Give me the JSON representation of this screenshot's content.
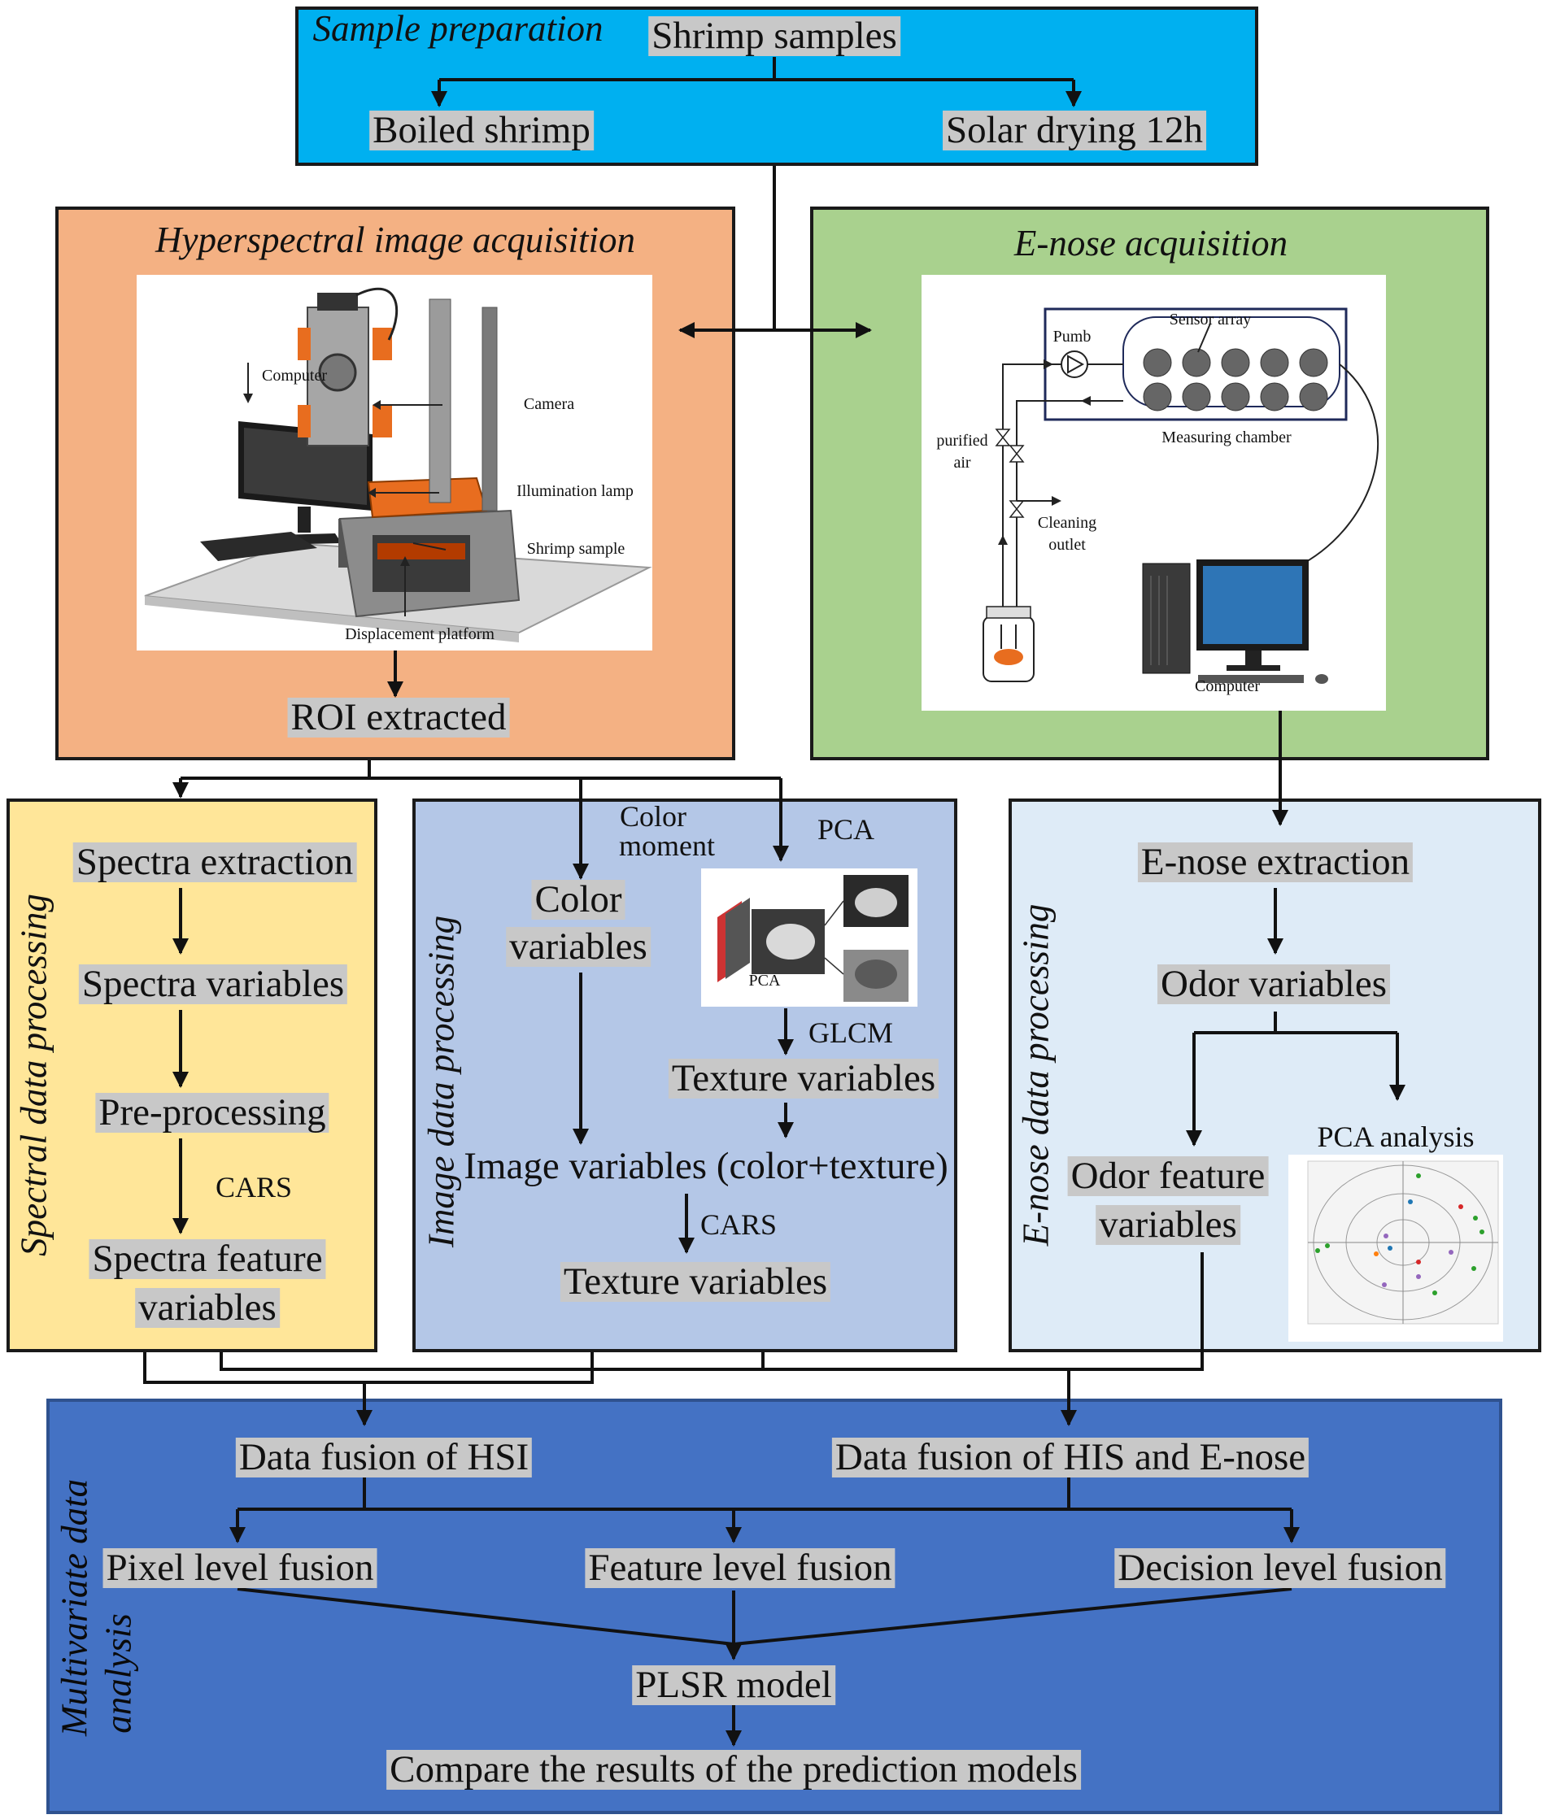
{
  "sample": {
    "title": "Sample preparation",
    "root": "Shrimp samples",
    "left": "Boiled shrimp",
    "right": "Solar drying 12h"
  },
  "hsi": {
    "title": "Hyperspectral image acquisition",
    "photo_labels": {
      "computer": "Computer",
      "camera": "Camera",
      "lamp": "Illumination lamp",
      "sample": "Shrimp sample",
      "platform": "Displacement platform"
    },
    "roi": "ROI extracted"
  },
  "enose": {
    "title": "E-nose acquisition",
    "diagram_labels": {
      "sensor_array": "Sensor array",
      "pump": "Pumb",
      "chamber": "Measuring chamber",
      "purified": "purified",
      "air": "air",
      "cleaning": "Cleaning",
      "outlet": "outlet",
      "computer": "Computer"
    }
  },
  "spectral": {
    "title": "Spectral data processing",
    "steps": [
      "Spectra extraction",
      "Spectra variables",
      "Pre-processing"
    ],
    "method": "CARS",
    "feature_line1": "Spectra feature",
    "feature_line2": "variables"
  },
  "image": {
    "title": "Image data processing",
    "color_moment_line1": "Color",
    "color_moment_line2": "moment",
    "pca": "PCA",
    "pca_caption": "PCA",
    "color_vars_line1": "Color",
    "color_vars_line2": "variables",
    "glcm": "GLCM",
    "texture": "Texture variables",
    "combined": "Image variables (color+texture)",
    "cars": "CARS",
    "texture_final": "Texture variables"
  },
  "enose_proc": {
    "title": "E-nose data processing",
    "extraction": "E-nose extraction",
    "odor": "Odor variables",
    "feature_line1": "Odor feature",
    "feature_line2": "variables",
    "pca_analysis": "PCA analysis"
  },
  "multivariate": {
    "title_line1": "Multivariate data",
    "title_line2": "analysis",
    "fusion_hsi": "Data fusion of HSI",
    "fusion_his_enose": "Data fusion of HIS and E-nose",
    "pixel": "Pixel level fusion",
    "feature": "Feature level fusion",
    "decision": "Decision level fusion",
    "model": "PLSR model",
    "compare": "Compare the results of the prediction models"
  },
  "colors": {
    "sample_panel": "#00b0f0",
    "hsi_panel": "#f4b183",
    "enose_panel": "#a9d18e",
    "spectral_panel": "#ffe699",
    "image_panel": "#b4c7e7",
    "enose_proc_panel": "#deebf7",
    "multivariate_panel": "#4472c4",
    "label_highlight": "#c8c8c8"
  }
}
